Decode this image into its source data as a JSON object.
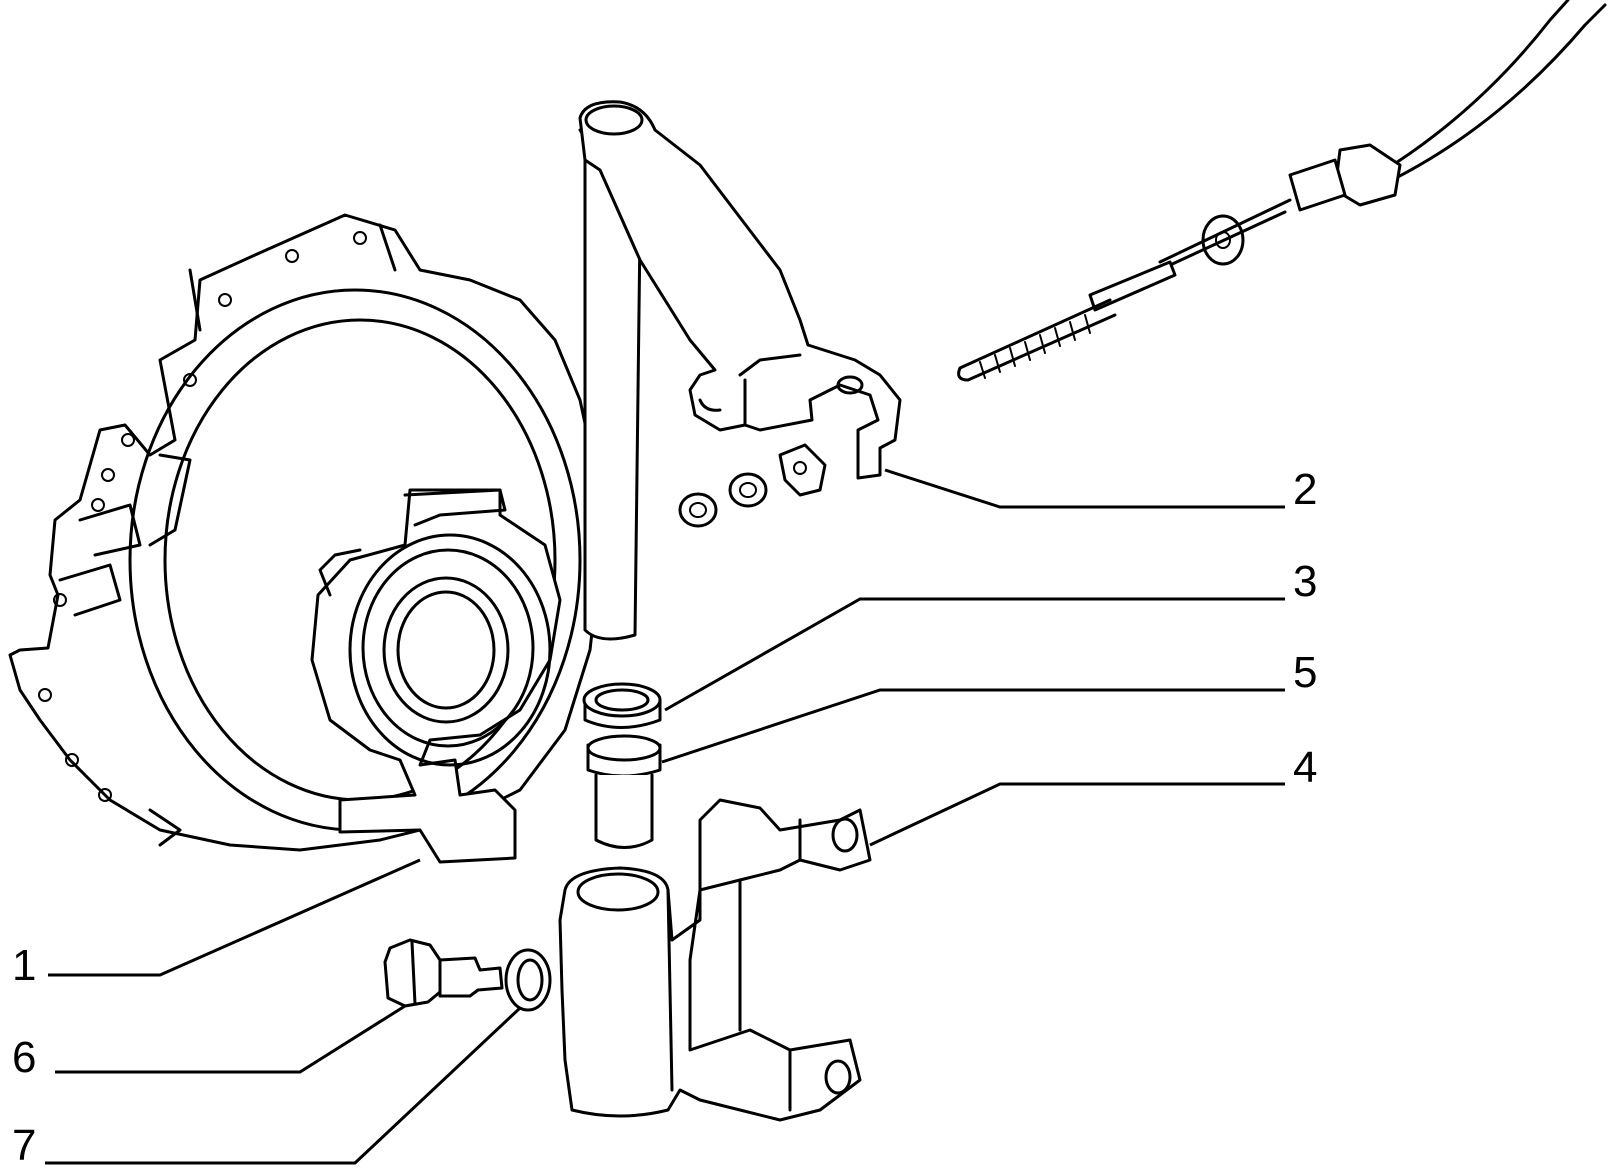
{
  "diagram": {
    "callouts": [
      {
        "id": "1",
        "label": "1"
      },
      {
        "id": "2",
        "label": "2"
      },
      {
        "id": "3",
        "label": "3"
      },
      {
        "id": "4",
        "label": "4"
      },
      {
        "id": "5",
        "label": "5"
      },
      {
        "id": "6",
        "label": "6"
      },
      {
        "id": "7",
        "label": "7"
      }
    ],
    "parts": [
      "pressure-plate",
      "release-bearing",
      "release-shaft-lever",
      "clutch-cable",
      "nuts",
      "bushing",
      "release-fork",
      "bolt",
      "washer"
    ]
  }
}
